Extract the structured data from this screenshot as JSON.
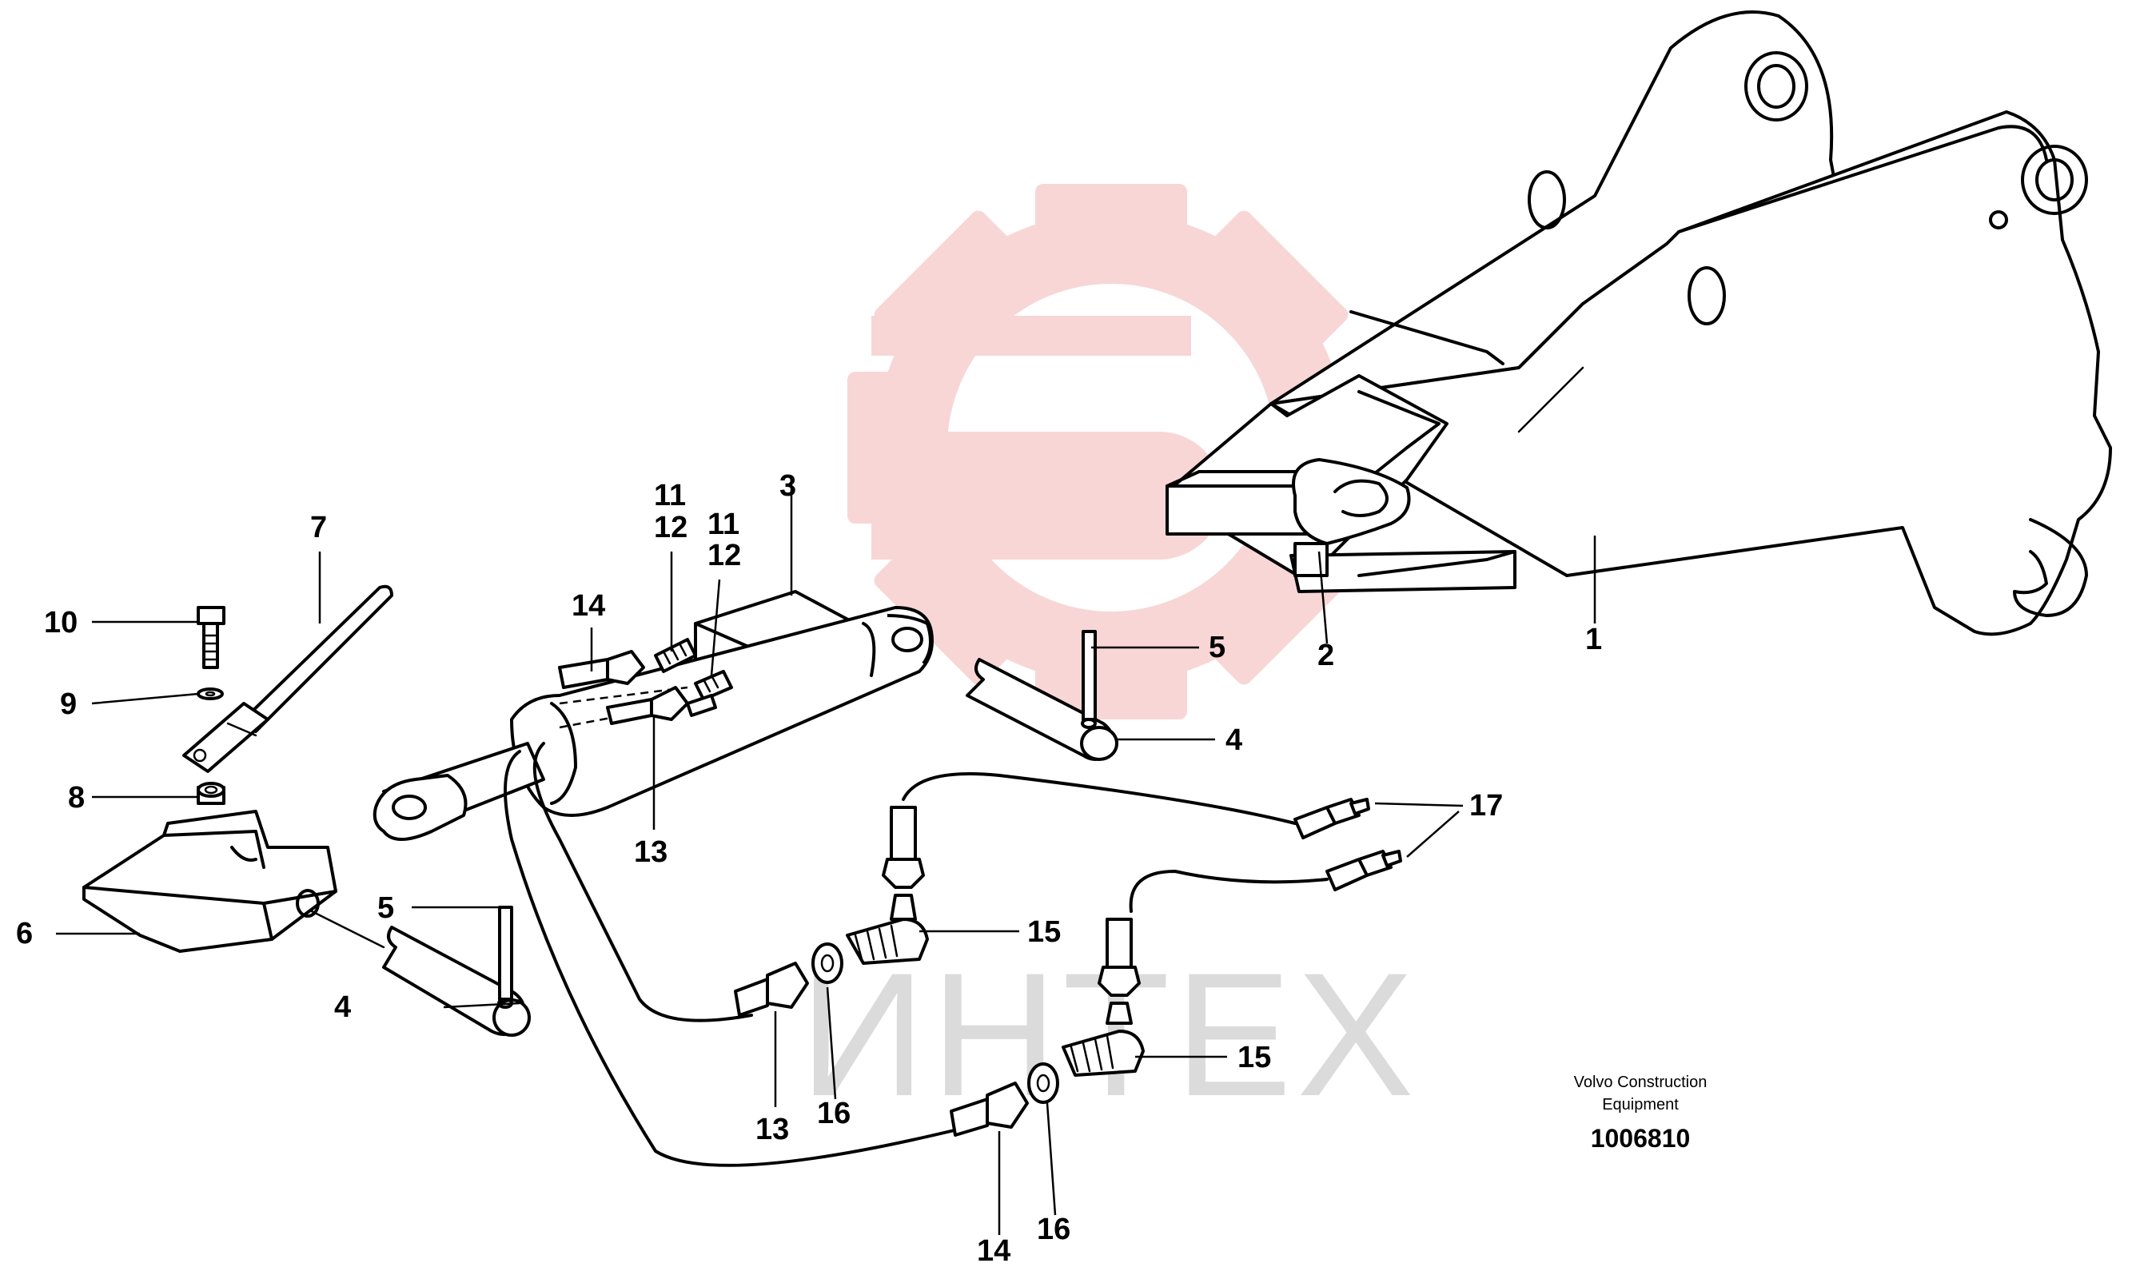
{
  "watermark": {
    "text": "ИНТЕХ",
    "gear_color": "#f4b6b6",
    "text_color": "#cfcfcf"
  },
  "callouts": [
    {
      "id": "c1",
      "label": "1"
    },
    {
      "id": "c2",
      "label": "2"
    },
    {
      "id": "c3",
      "label": "3"
    },
    {
      "id": "c4a",
      "label": "4"
    },
    {
      "id": "c4b",
      "label": "4"
    },
    {
      "id": "c5a",
      "label": "5"
    },
    {
      "id": "c5b",
      "label": "5"
    },
    {
      "id": "c6",
      "label": "6"
    },
    {
      "id": "c7",
      "label": "7"
    },
    {
      "id": "c8",
      "label": "8"
    },
    {
      "id": "c9",
      "label": "9"
    },
    {
      "id": "c10",
      "label": "10"
    },
    {
      "id": "c11a",
      "label": "11"
    },
    {
      "id": "c12a",
      "label": "12"
    },
    {
      "id": "c11b",
      "label": "11"
    },
    {
      "id": "c12b",
      "label": "12"
    },
    {
      "id": "c13a",
      "label": "13"
    },
    {
      "id": "c13b",
      "label": "13"
    },
    {
      "id": "c14a",
      "label": "14"
    },
    {
      "id": "c14b",
      "label": "14"
    },
    {
      "id": "c15a",
      "label": "15"
    },
    {
      "id": "c15b",
      "label": "15"
    },
    {
      "id": "c16a",
      "label": "16"
    },
    {
      "id": "c16b",
      "label": "16"
    },
    {
      "id": "c17",
      "label": "17"
    }
  ],
  "footer": {
    "credit_line1": "Volvo Construction",
    "credit_line2": "Equipment",
    "drawing_number": "1006810"
  }
}
